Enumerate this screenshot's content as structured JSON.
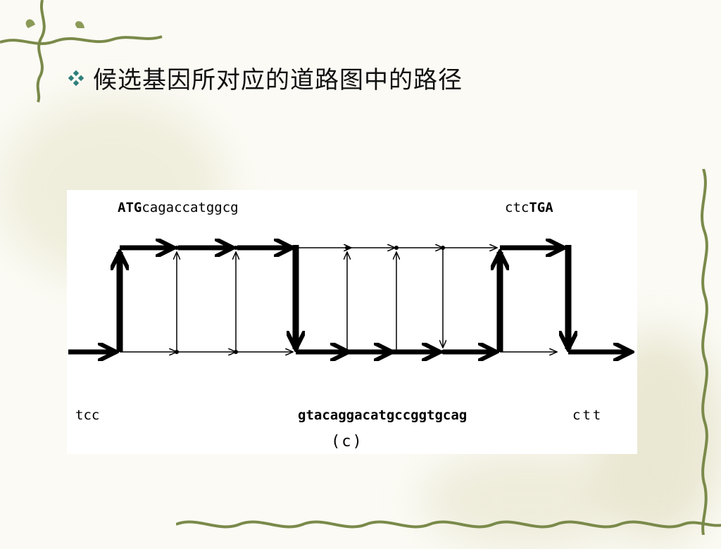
{
  "slide": {
    "bullet_text": "候选基因所对应的道路图中的路径"
  },
  "figure": {
    "top_left_label": {
      "bold": "ATG",
      "rest": "cagaccatggcg"
    },
    "top_right_label": {
      "rest": "ctc",
      "bold": "TGA"
    },
    "bottom_left_label": "tcc",
    "bottom_middle_label": "gtacaggacatgccggtgcag",
    "bottom_right_label": "ctt",
    "caption": "(c)"
  }
}
